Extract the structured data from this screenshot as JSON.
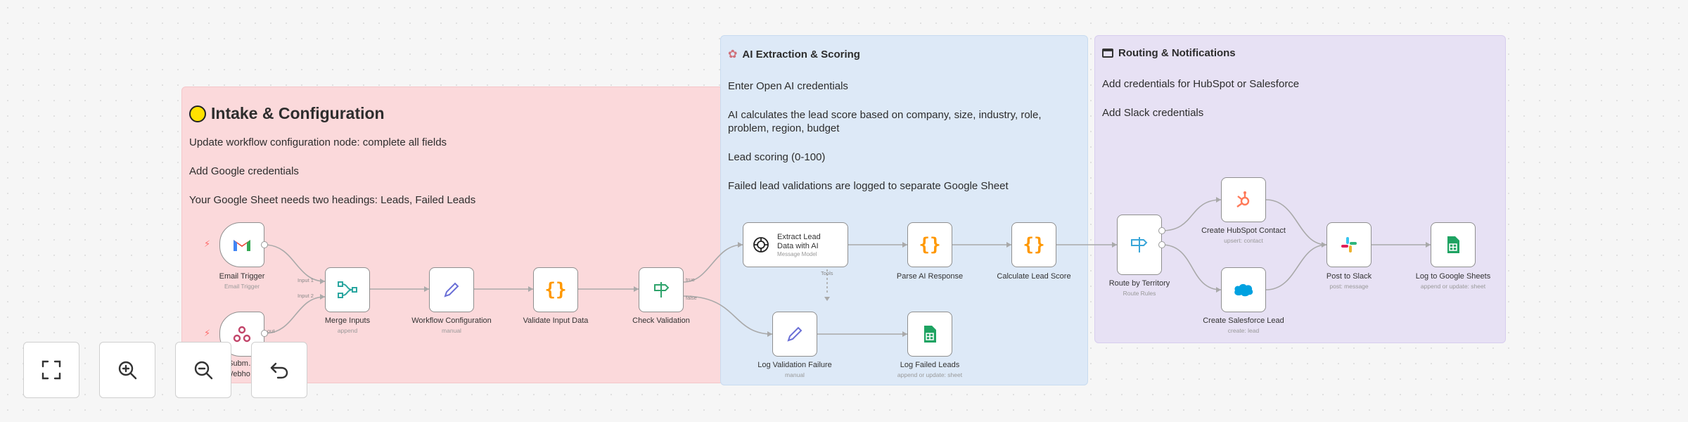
{
  "stickies": {
    "intake": {
      "title": "Intake & Configuration",
      "lines": [
        "Update workflow configuration node: complete all fields",
        "Add Google credentials",
        "Your Google Sheet needs two headings: Leads, Failed Leads"
      ]
    },
    "ai": {
      "title": "AI Extraction & Scoring",
      "lines": [
        "Enter Open AI credentials",
        "AI calculates the lead score based on company, size, industry, role, problem, region, budget",
        "Lead scoring (0-100)",
        "Failed lead validations are logged to separate Google Sheet"
      ]
    },
    "routing": {
      "title": "Routing & Notifications",
      "lines": [
        "Add credentials for HubSpot or Salesforce",
        "Add Slack credentials"
      ]
    }
  },
  "nodes": {
    "email_trigger": {
      "label": "Email Trigger",
      "sub": "Email Trigger"
    },
    "webhook_trigger": {
      "label": "Subm…",
      "sub": "Webho…"
    },
    "merge_inputs": {
      "label": "Merge Inputs",
      "sub": "append",
      "port1": "Input 1",
      "port2": "Input 2"
    },
    "workflow_config": {
      "label": "Workflow Configuration",
      "sub": "manual"
    },
    "validate_input": {
      "label": "Validate Input Data"
    },
    "check_validation": {
      "label": "Check Validation",
      "port_true": "true",
      "port_false": "false"
    },
    "extract_lead": {
      "line1": "Extract Lead",
      "line2": "Data with AI",
      "sub": "Message Model",
      "model_port": "Tools"
    },
    "parse_ai": {
      "label": "Parse AI Response"
    },
    "calculate_score": {
      "label": "Calculate Lead Score"
    },
    "log_failure": {
      "label": "Log Validation Failure",
      "sub": "manual"
    },
    "log_failed_leads": {
      "label": "Log Failed Leads",
      "sub": "append or update: sheet"
    },
    "route_territory": {
      "label": "Route by Territory",
      "sub": "Route Rules"
    },
    "hubspot": {
      "label": "Create HubSpot Contact",
      "sub": "upsert: contact"
    },
    "salesforce": {
      "label": "Create Salesforce Lead",
      "sub": "create: lead"
    },
    "slack": {
      "label": "Post to Slack",
      "sub": "post: message"
    },
    "google_sheets": {
      "label": "Log to Google Sheets",
      "sub": "append or update: sheet"
    }
  },
  "icons": {
    "code": "{}",
    "colors": {
      "gmail_red": "#ea4335",
      "code_orange": "#ff9800",
      "merge_teal": "#2aa6a0",
      "edit_blue": "#6a6fd6",
      "if_green": "#2ea36b",
      "switch_blue": "#3aa6d9",
      "hubspot_orange": "#ff7a59",
      "salesforce_blue": "#00a1e0",
      "sheets_green": "#1ea362"
    }
  },
  "controls": {
    "fit": "fit-view",
    "zoom_in": "zoom-in",
    "zoom_out": "zoom-out",
    "reset": "reset-zoom"
  }
}
